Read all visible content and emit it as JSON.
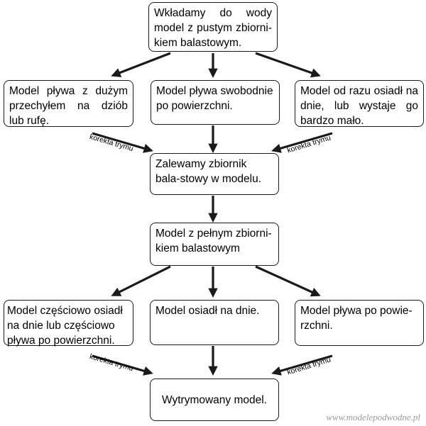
{
  "boxes": {
    "start": "Wkładamy do wody model z pustym zbiorni-kiem balastowym.",
    "row1_left": "Model pływa z dużym przechyłem na dziób lub rufę.",
    "row1_center": "Model pływa swobodnie po powierzchni.",
    "row1_right": "Model od razu osiadł na dnie, lub wystaje go bardzo mało.",
    "fill_tank": "Zalewamy zbiornik bala-stowy w modelu.",
    "full_tank": "Model z pełnym zbiorni-kiem balastowym",
    "row2_left": "Model częściowo osiadł na dnie lub częściowo pływa po powierzchni.",
    "row2_center": "Model osiadł na dnie.",
    "row2_right": "Model pływa po powie-rzchni.",
    "result": "Wytrymowany model."
  },
  "labels": {
    "korekta_1": "korekta trymu",
    "korekta_2": "korekta trymu",
    "korekta_3": "korekta trymu",
    "korekta_4": "korekta trymu"
  },
  "watermark": "www.modelepodwodne.pl",
  "colors": {
    "stroke": "#1a1a1a",
    "watermark": "#9a9a9a"
  }
}
